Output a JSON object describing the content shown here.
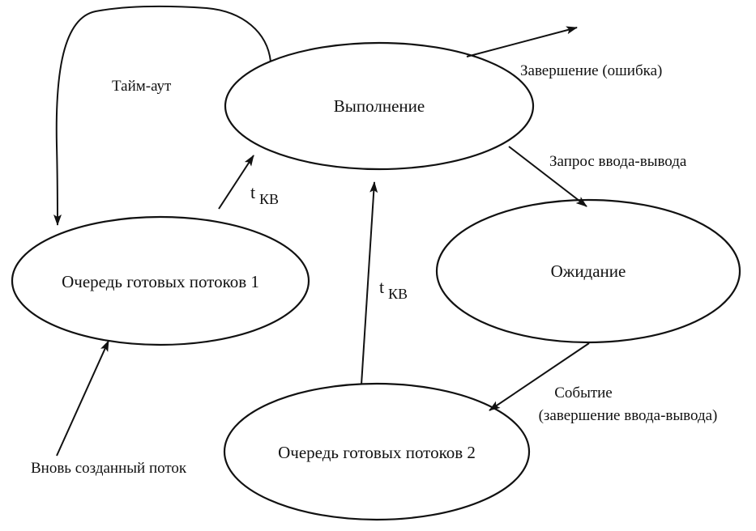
{
  "nodes": {
    "running": "Выполнение",
    "ready_queue_1": "Очередь готовых потоков 1",
    "waiting": "Ожидание",
    "ready_queue_2": "Очередь готовых потоков 2"
  },
  "edges": {
    "timeout": "Тайм-аут",
    "termination": "Завершение (ошибка)",
    "io_request": "Запрос ввода-вывода",
    "event_line1": "Событие",
    "event_line2": "(завершение ввода-вывода)",
    "new_thread": "Вновь созданный поток",
    "quantum_1_base": "t",
    "quantum_1_sub": "КВ",
    "quantum_2_base": "t",
    "quantum_2_sub": "КВ"
  }
}
